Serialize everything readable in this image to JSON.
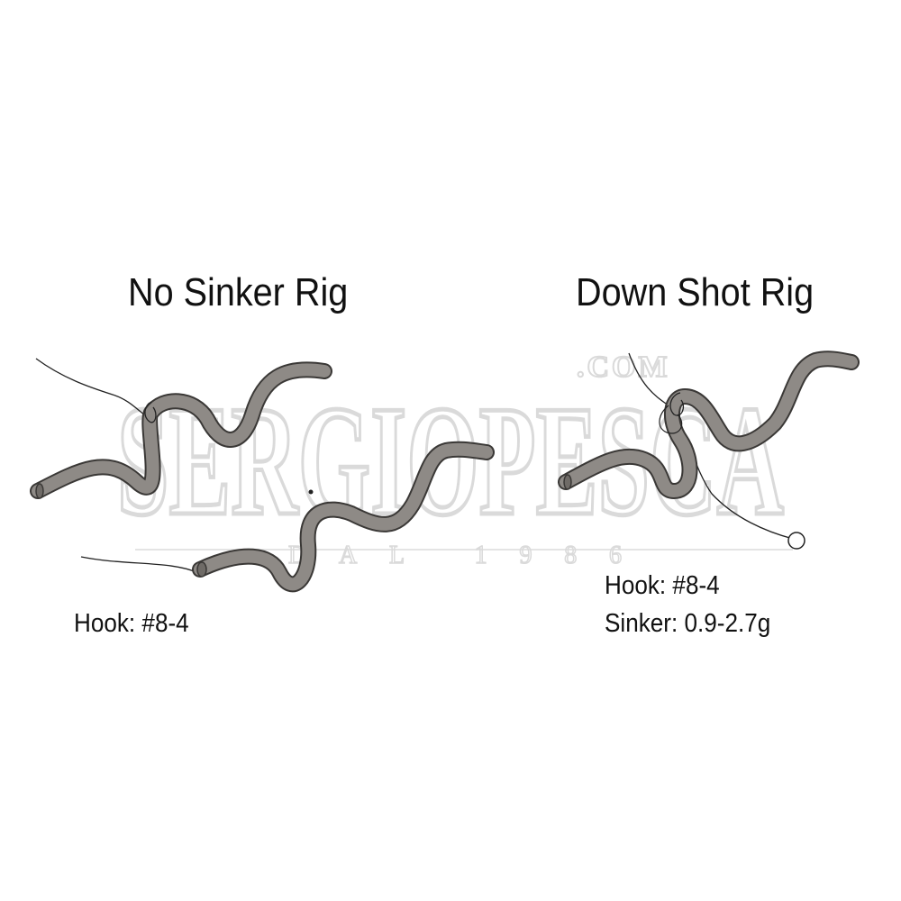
{
  "watermark": {
    "brand": "SERGIOPESCA",
    "domain_suffix": ".COM",
    "since": "DAL 1986",
    "color": "#d9d9d9"
  },
  "rigs": [
    {
      "title": "No Sinker Rig",
      "specs": [
        {
          "text": "Hook: #8-4"
        }
      ]
    },
    {
      "title": "Down Shot Rig",
      "specs": [
        {
          "text": "Hook: #8-4"
        },
        {
          "text": "Sinker: 0.9-2.7g"
        }
      ]
    }
  ],
  "colors": {
    "worm_fill": "#8e8a86",
    "worm_outline": "#3a3836",
    "line": "#222222",
    "text": "#111111"
  }
}
